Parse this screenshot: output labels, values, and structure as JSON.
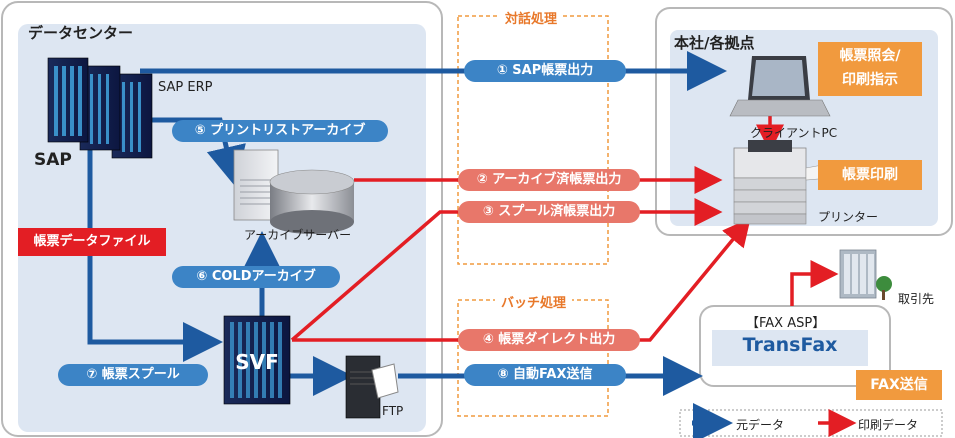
{
  "datacenter": {
    "title": "データセンター"
  },
  "honsha": {
    "title": "本社/各拠点"
  },
  "taiwa": {
    "label": "対話処理"
  },
  "batch": {
    "label": "バッチ処理"
  },
  "sap": {
    "label": "SAP",
    "erp_label": "SAP ERP"
  },
  "archive_server": {
    "label": "アーカイブサーバー"
  },
  "svf": {
    "label": "SVF"
  },
  "ftp": {
    "label": "FTP"
  },
  "tag_chouhyo_data": "帳票データファイル",
  "flows": {
    "f1": "① SAP帳票出力",
    "f2": "② アーカイブ済帳票出力",
    "f3": "③ スプール済帳票出力",
    "f4": "④ 帳票ダイレクト出力",
    "f5": "⑤ プリントリストアーカイブ",
    "f6": "⑥ COLDアーカイブ",
    "f7": "⑦ 帳票スプール",
    "f8": "⑧ 自動FAX送信"
  },
  "client": {
    "label": "クライアントPC",
    "action": "帳票照会/\n印刷指示"
  },
  "printer": {
    "label": "プリンター",
    "action": "帳票印刷"
  },
  "fax": {
    "asp": "【FAX ASP】",
    "name": "TransFax",
    "action": "FAX送信"
  },
  "torihiki": {
    "label": "取引先"
  },
  "legend": {
    "blue": "元データ",
    "red": "印刷データ"
  },
  "colors": {
    "blue": "#1e5aa0",
    "red": "#e31e24",
    "orange": "#f19a3e",
    "box_bg": "#dde6f2"
  }
}
